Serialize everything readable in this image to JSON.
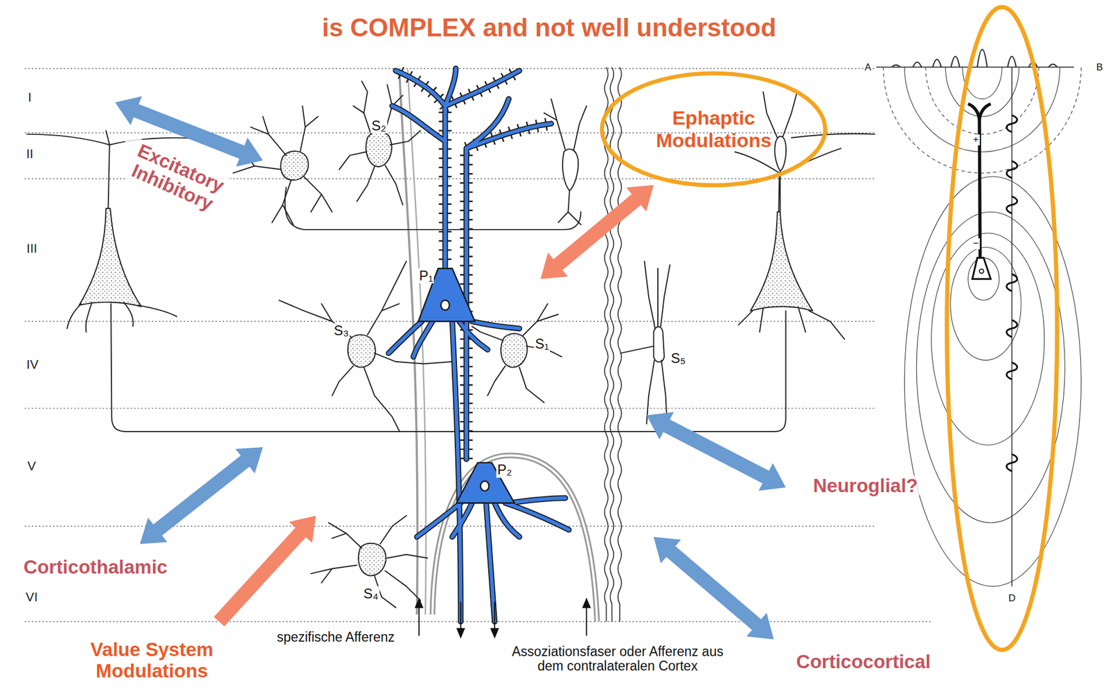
{
  "diagram": {
    "title": "is COMPLEX and not well understood",
    "nodes": [
      {
        "text": [
          "Ephaptic Modulations"
        ]
      }
    ],
    "labels": [
      "I",
      "II",
      "III",
      "IV",
      "V",
      "VI",
      "Excitatory Inhibitory",
      "S₂",
      "P₁",
      "S₃",
      "S₁",
      "S₅",
      "P₂",
      "S₄",
      "Neuroglial?",
      "Corticothalamic",
      "Value System Modulations",
      "Corticocortical",
      "spezifische Afferenz",
      "Assoziationsfaser oder Afferenz aus dem contralateralen Cortex",
      "A",
      "B",
      "+",
      "−",
      "D"
    ]
  }
}
